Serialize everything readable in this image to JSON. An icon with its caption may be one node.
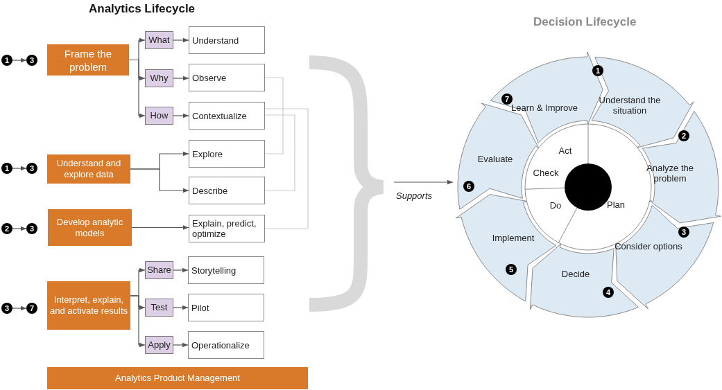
{
  "diagram": {
    "nodes": [
      {
        "text": [
          "1"
        ]
      },
      {
        "text": [
          "3"
        ]
      },
      {
        "text": [
          "Frame the problem"
        ]
      },
      {
        "text": [
          "What"
        ]
      },
      {
        "text": [
          "Understand"
        ]
      },
      {
        "text": [
          "Why"
        ]
      },
      {
        "text": [
          "Observe"
        ]
      },
      {
        "text": [
          "How"
        ]
      },
      {
        "text": [
          "Contextualize"
        ]
      },
      {
        "text": [
          "1"
        ]
      },
      {
        "text": [
          "3"
        ]
      },
      {
        "text": [
          "Understand and explore data"
        ]
      },
      {
        "text": [
          "Explore"
        ]
      },
      {
        "text": [
          "Describe"
        ]
      },
      {
        "text": [
          "2"
        ]
      },
      {
        "text": [
          "3"
        ]
      },
      {
        "text": [
          "Develop analytic models"
        ]
      },
      {
        "text": [
          "Explain, predict, optimize"
        ]
      },
      {
        "text": [
          "3"
        ]
      },
      {
        "text": [
          "7"
        ]
      },
      {
        "text": [
          "Interpret, explain, and activate results"
        ]
      },
      {
        "text": [
          "Share"
        ]
      },
      {
        "text": [
          "Storytelling"
        ]
      },
      {
        "text": [
          "Test"
        ]
      },
      {
        "text": [
          "Pilot"
        ]
      },
      {
        "text": [
          "Apply"
        ]
      },
      {
        "text": [
          "Operationalize"
        ]
      },
      {
        "text": [
          "Analytics Product Management"
        ]
      },
      {
        "text": [],
        "shape": "circle"
      },
      {
        "text": [
          "1"
        ],
        "in": 28
      },
      {
        "text": [
          "Understand the situation"
        ],
        "in": 28
      },
      {
        "text": [
          "2"
        ],
        "in": 28
      },
      {
        "text": [
          "Analyze the problem"
        ],
        "in": 28
      },
      {
        "text": [
          "3"
        ],
        "in": 28
      },
      {
        "text": [
          "Consider options"
        ],
        "in": 28
      },
      {
        "text": [
          "4"
        ],
        "in": 28
      },
      {
        "text": [
          "Decide"
        ],
        "in": 28
      },
      {
        "text": [
          "5"
        ],
        "in": 28
      },
      {
        "text": [
          "Implement"
        ],
        "in": 28
      },
      {
        "text": [
          "6"
        ],
        "in": 28
      },
      {
        "text": [
          "Evaluate"
        ],
        "in": 28
      },
      {
        "text": [
          "7"
        ],
        "in": 28
      },
      {
        "text": [
          "Learn & Improve"
        ],
        "in": 28
      },
      {
        "text": [
          "Act"
        ],
        "in": 28
      },
      {
        "text": [
          "Check"
        ],
        "in": 28
      },
      {
        "text": [
          "Do"
        ],
        "in": 28
      },
      {
        "text": [
          "Plan"
        ],
        "in": 28
      }
    ],
    "edges": [
      {
        "from": 0,
        "to": 1,
        "arrow": "to"
      },
      {
        "from": 2,
        "to": 3,
        "arrow": "to"
      },
      {
        "from": 2,
        "to": 5,
        "arrow": "to"
      },
      {
        "from": 2,
        "to": 7,
        "arrow": "to"
      },
      {
        "from": 3,
        "to": 4,
        "arrow": "to"
      },
      {
        "from": 5,
        "to": 6,
        "arrow": "to"
      },
      {
        "from": 7,
        "to": 8,
        "arrow": "to"
      },
      {
        "from": 9,
        "to": 10,
        "arrow": "to"
      },
      {
        "from": 11,
        "to": 12,
        "arrow": "to"
      },
      {
        "from": 11,
        "to": 13,
        "arrow": "to"
      },
      {
        "from": 14,
        "to": 15,
        "arrow": "to"
      },
      {
        "from": 16,
        "to": 17,
        "arrow": "to"
      },
      {
        "from": 18,
        "to": 19,
        "arrow": "to"
      },
      {
        "from": 20,
        "to": 21,
        "arrow": "to"
      },
      {
        "from": 20,
        "to": 23,
        "arrow": "to"
      },
      {
        "from": 20,
        "to": 25,
        "arrow": "to"
      },
      {
        "from": 21,
        "to": 22,
        "arrow": "to"
      },
      {
        "from": 23,
        "to": 24,
        "arrow": "to"
      },
      {
        "from": 25,
        "to": 26,
        "arrow": "to"
      },
      {
        "from": 6,
        "to": 12,
        "arrow": "none",
        "color": "#cccccc"
      },
      {
        "from": 8,
        "to": 13,
        "arrow": "none",
        "color": "#cccccc"
      },
      {
        "from": 8,
        "to": 17,
        "arrow": "none",
        "color": "#cccccc"
      },
      {
        "from": null,
        "to": 28,
        "arrow": "to",
        "label": "Supports"
      }
    ],
    "labels": [
      "Analytics Lifecycle",
      "Decision Lifecycle"
    ]
  }
}
